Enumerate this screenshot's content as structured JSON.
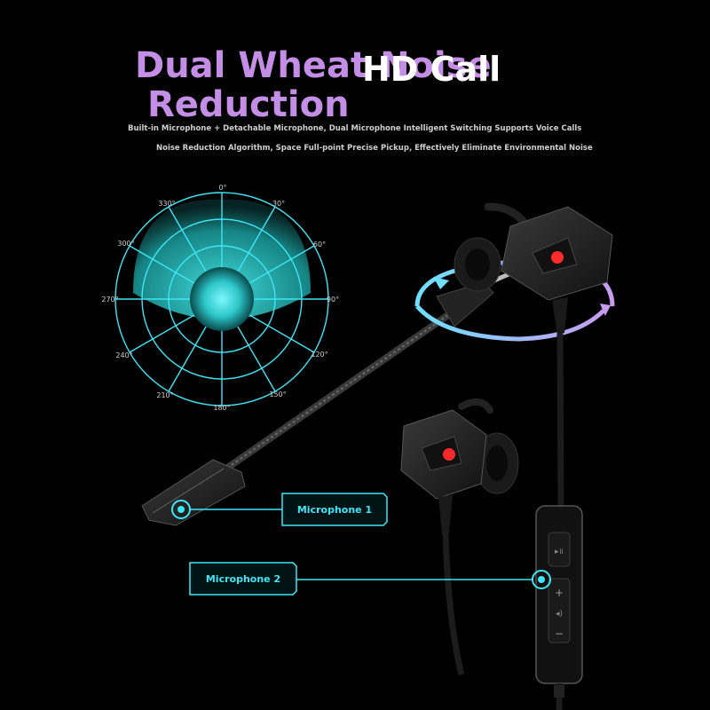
{
  "headline": {
    "line1": "Dual Wheat Noise",
    "line2": "Reduction",
    "overlay": "HD Call"
  },
  "subtitle": {
    "line1": "Built-in Microphone + Detachable Microphone, Dual Microphone Intelligent Switching Supports Voice Calls",
    "line2": "Noise Reduction Algorithm, Space Full-point Precise Pickup, Effectively Eliminate Environmental Noise"
  },
  "polar": {
    "labels": [
      "0°",
      "30°",
      "60°",
      "90°",
      "120°",
      "150°",
      "180°",
      "210°",
      "240°",
      "270°",
      "300°",
      "330°"
    ]
  },
  "callouts": {
    "mic1": "Microphone 1",
    "mic2": "Microphone 2"
  },
  "colors": {
    "accent_cyan": "#3ee6f6",
    "headline_purple": "#c48ee6",
    "led_red": "#ff2a2a"
  }
}
